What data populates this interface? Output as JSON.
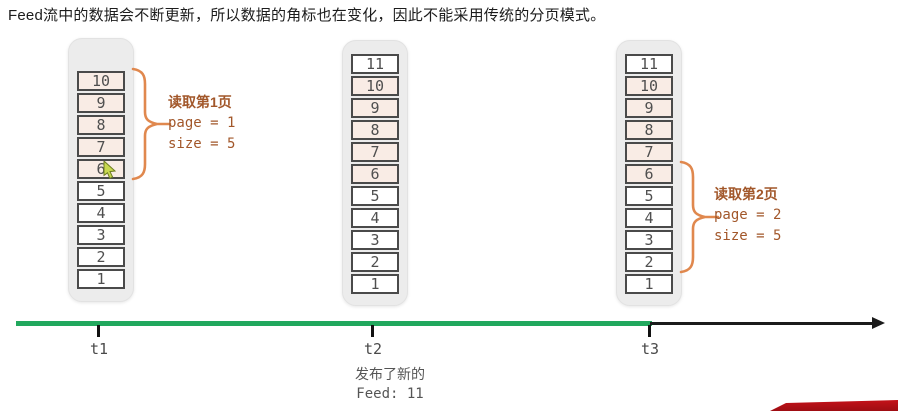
{
  "title": "Feed流中的数据会不断更新，所以数据的角标也在变化，因此不能采用传统的分页模式。",
  "stacks": [
    {
      "time_label": "t1",
      "cells": [
        {
          "value": "10",
          "highlighted": true
        },
        {
          "value": "9",
          "highlighted": true
        },
        {
          "value": "8",
          "highlighted": true
        },
        {
          "value": "7",
          "highlighted": true
        },
        {
          "value": "6",
          "highlighted": true
        },
        {
          "value": "5",
          "highlighted": false
        },
        {
          "value": "4",
          "highlighted": false
        },
        {
          "value": "3",
          "highlighted": false
        },
        {
          "value": "2",
          "highlighted": false
        },
        {
          "value": "1",
          "highlighted": false
        }
      ]
    },
    {
      "time_label": "t2",
      "cells": [
        {
          "value": "11",
          "highlighted": false
        },
        {
          "value": "10",
          "highlighted": true
        },
        {
          "value": "9",
          "highlighted": true
        },
        {
          "value": "8",
          "highlighted": true
        },
        {
          "value": "7",
          "highlighted": true
        },
        {
          "value": "6",
          "highlighted": true
        },
        {
          "value": "5",
          "highlighted": false
        },
        {
          "value": "4",
          "highlighted": false
        },
        {
          "value": "3",
          "highlighted": false
        },
        {
          "value": "2",
          "highlighted": false
        },
        {
          "value": "1",
          "highlighted": false
        }
      ]
    },
    {
      "time_label": "t3",
      "cells": [
        {
          "value": "11",
          "highlighted": false
        },
        {
          "value": "10",
          "highlighted": true
        },
        {
          "value": "9",
          "highlighted": true
        },
        {
          "value": "8",
          "highlighted": true
        },
        {
          "value": "7",
          "highlighted": true
        },
        {
          "value": "6",
          "highlighted": true
        },
        {
          "value": "5",
          "highlighted": false
        },
        {
          "value": "4",
          "highlighted": false
        },
        {
          "value": "3",
          "highlighted": false
        },
        {
          "value": "2",
          "highlighted": false
        },
        {
          "value": "1",
          "highlighted": false
        }
      ]
    }
  ],
  "annotations": [
    {
      "heading": "读取第1页",
      "line1": "page = 1",
      "line2": "size = 5"
    },
    {
      "heading": "读取第2页",
      "line1": "page = 2",
      "line2": "size = 5"
    }
  ],
  "timeline": {
    "tick_labels": [
      "t1",
      "t2",
      "t3"
    ],
    "event_note_line1": "发布了新的",
    "event_note_line2": "Feed: 11"
  },
  "colors": {
    "timeline_green": "#21a85d",
    "timeline_black": "#1b1b1b",
    "highlight_fill": "#f9ece5",
    "cell_border": "#4a4a4a",
    "container_bg": "#ececec",
    "annotation_orange": "#a2572a",
    "brace_orange": "#e0884e",
    "ribbon_red": "#bf1118"
  }
}
